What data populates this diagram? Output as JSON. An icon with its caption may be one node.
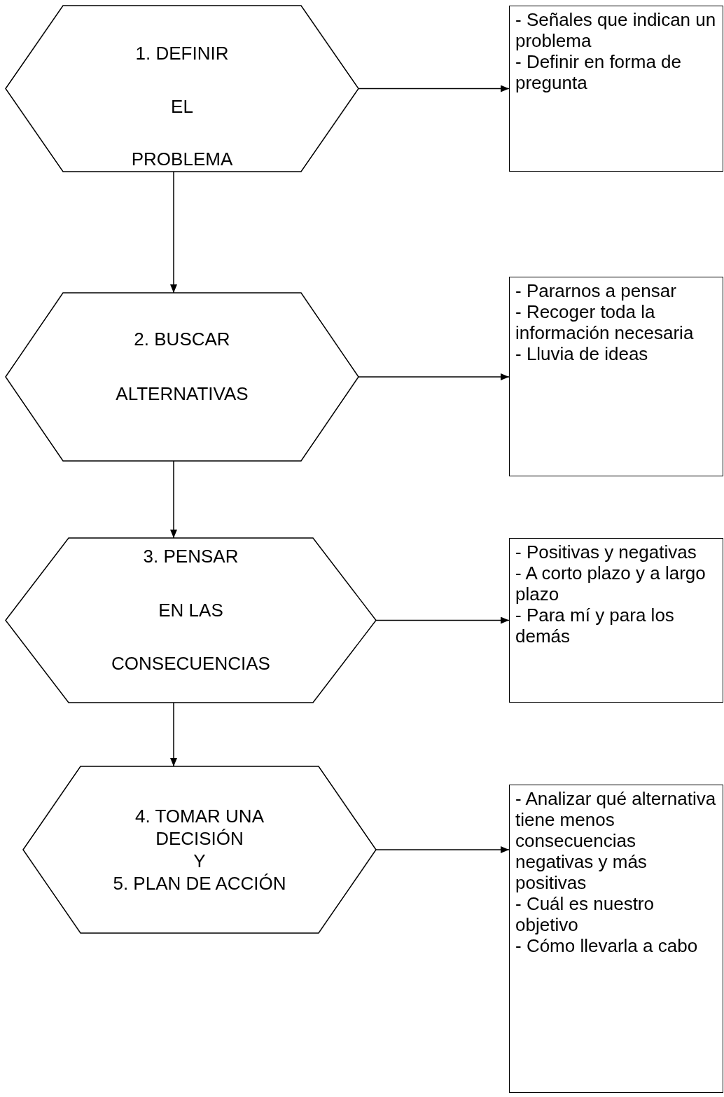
{
  "diagram": {
    "nodes": [
      {
        "text": [
          "1. DEFINIR",
          "EL",
          "PROBLEMA"
        ]
      },
      {
        "text": [
          "- Señales que indican un problema",
          "- Definir en forma de pregunta"
        ]
      },
      {
        "text": [
          "2. BUSCAR",
          "ALTERNATIVAS"
        ]
      },
      {
        "text": [
          "- Pararnos a pensar",
          "- Recoger toda la información necesaria",
          "- Lluvia de ideas"
        ]
      },
      {
        "text": [
          "3. PENSAR",
          "EN LAS",
          "CONSECUENCIAS"
        ]
      },
      {
        "text": [
          "- Positivas y negativas",
          "- A corto plazo y a largo plazo",
          "- Para mí y para los demás"
        ]
      },
      {
        "text": [
          "4. TOMAR UNA DECISIÓN",
          "Y",
          "5. PLAN DE ACCIÓN"
        ]
      },
      {
        "text": [
          "- Analizar qué alternativa tiene menos consecuencias negativas y más positivas",
          "- Cuál es nuestro objetivo",
          "- Cómo llevarla a cabo"
        ]
      }
    ],
    "edges": [
      {
        "from": 0,
        "to": 1,
        "arrow": "to"
      },
      {
        "from": 0,
        "to": 2,
        "arrow": "to"
      },
      {
        "from": 2,
        "to": 3,
        "arrow": "to"
      },
      {
        "from": 2,
        "to": 4,
        "arrow": "to"
      },
      {
        "from": 4,
        "to": 5,
        "arrow": "to"
      },
      {
        "from": 4,
        "to": 6,
        "arrow": "to"
      },
      {
        "from": 6,
        "to": 7,
        "arrow": "to"
      }
    ]
  }
}
